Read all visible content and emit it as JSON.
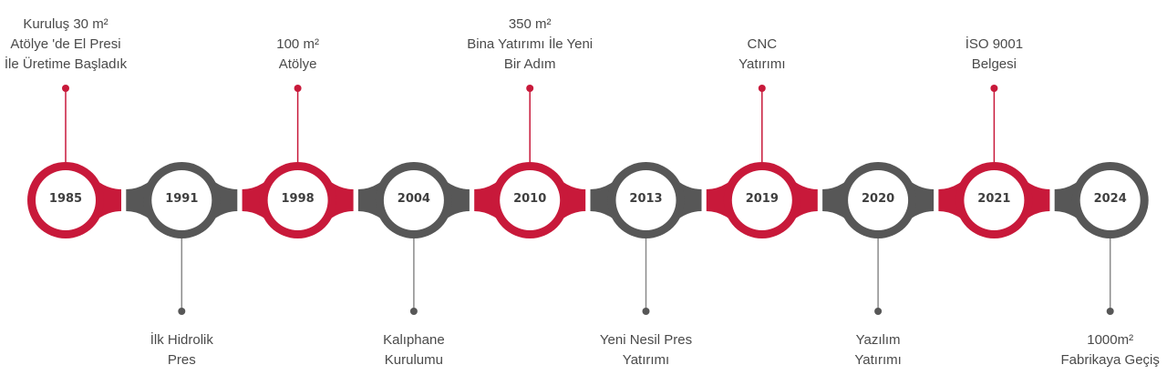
{
  "colors": {
    "red": "#c8193a",
    "gray": "#575757"
  },
  "milestones": [
    {
      "year": "1985",
      "label": [
        "Kuruluş 30 m²",
        "Atölye 'de El Presi",
        "İle Üretime Başladık"
      ],
      "position": "top",
      "color": "red"
    },
    {
      "year": "1991",
      "label": [
        "İlk Hidrolik",
        "Pres"
      ],
      "position": "bottom",
      "color": "gray"
    },
    {
      "year": "1998",
      "label": [
        "100 m²",
        "Atölye"
      ],
      "position": "top",
      "color": "red"
    },
    {
      "year": "2004",
      "label": [
        "Kalıphane",
        "Kurulumu"
      ],
      "position": "bottom",
      "color": "gray"
    },
    {
      "year": "2010",
      "label": [
        "350 m²",
        "Bina Yatırımı İle Yeni",
        "Bir Adım"
      ],
      "position": "top",
      "color": "red"
    },
    {
      "year": "2013",
      "label": [
        "Yeni Nesil Pres",
        "Yatırımı"
      ],
      "position": "bottom",
      "color": "gray"
    },
    {
      "year": "2019",
      "label": [
        "CNC",
        "Yatırımı"
      ],
      "position": "top",
      "color": "red"
    },
    {
      "year": "2020",
      "label": [
        "Yazılım",
        "Yatırımı"
      ],
      "position": "bottom",
      "color": "gray"
    },
    {
      "year": "2021",
      "label": [
        "İSO 9001",
        "Belgesi"
      ],
      "position": "top",
      "color": "red"
    },
    {
      "year": "2024",
      "label": [
        "1000m²",
        "Fabrikaya Geçiş"
      ],
      "position": "bottom",
      "color": "gray"
    }
  ]
}
